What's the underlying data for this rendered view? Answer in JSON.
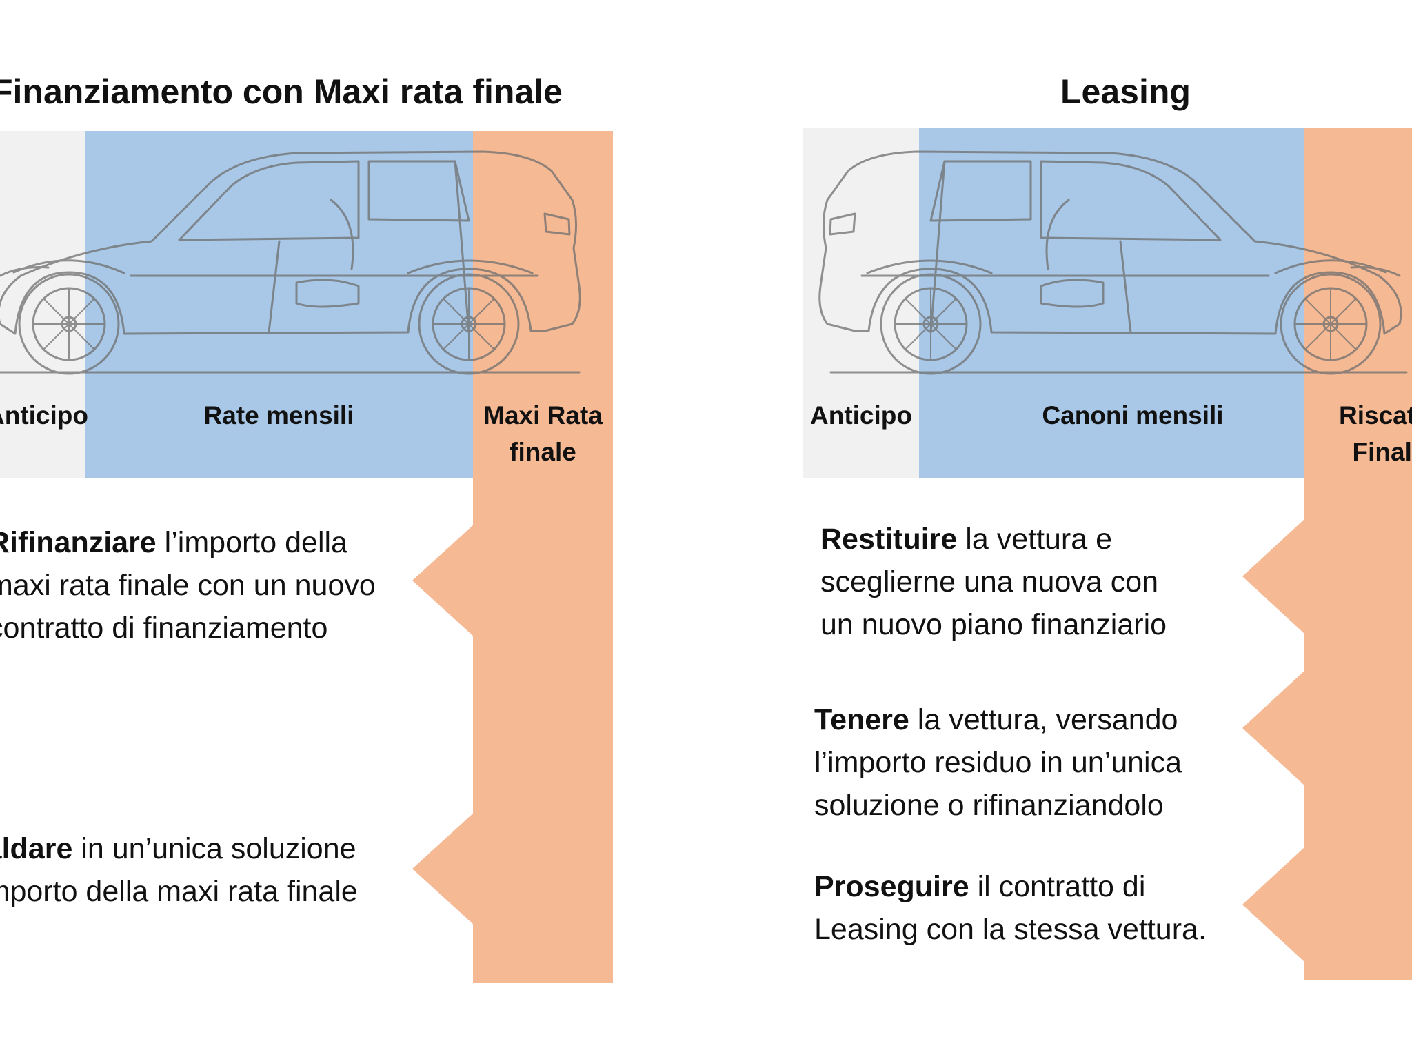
{
  "left": {
    "title": "Finanziamento con Maxi rata finale",
    "labels": {
      "anticipo": "Anticipo",
      "rate": "Rate mensili",
      "maxi_line1": "Maxi Rata",
      "maxi_line2": "finale"
    },
    "options": [
      {
        "bold": "Rifinanziare",
        "rest": " l’importo della",
        "line2": "maxi rata finale con un nuovo",
        "line3": "contratto di finanziamento"
      },
      {
        "bold": "Saldare",
        "rest": " in un’unica soluzione",
        "line2": "l’importo della maxi rata finale"
      }
    ]
  },
  "right": {
    "title": "Leasing",
    "labels": {
      "anticipo": "Anticipo",
      "canoni": "Canoni mensili",
      "riscatto_line1": "Riscatto",
      "riscatto_line2": "Finale"
    },
    "options": [
      {
        "bold": "Restituire",
        "rest": " la vettura e",
        "line2": "sceglierne una nuova con",
        "line3": "un nuovo piano finanziario"
      },
      {
        "bold": "Tenere",
        "rest": " la vettura, versando",
        "line2": "l’importo residuo in un’unica",
        "line3": "soluzione o rifinanziandolo"
      },
      {
        "bold": "Proseguire",
        "rest": " il contratto di",
        "line2": "Leasing con la stessa vettura."
      }
    ]
  },
  "colors": {
    "anticipo_band": "#f1f1f1",
    "rate_band": "#a9c7e6",
    "final_band": "#f5b994",
    "car_line": "#6f6f6f"
  },
  "icons": {
    "car": "car-side-illustration-icon",
    "arrow": "left-pointing-callout-arrow-icon"
  }
}
